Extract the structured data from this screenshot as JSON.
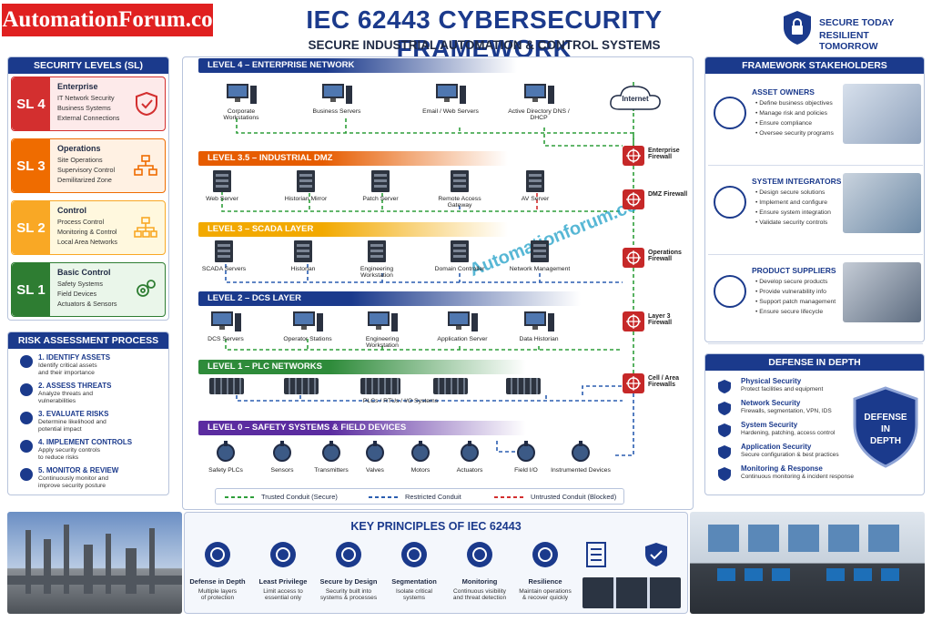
{
  "brand": "AutomationForum.co",
  "title": "IEC 62443 CYBERSECURITY FRAMEWORK",
  "subtitle": "SECURE INDUSTRIAL AUTOMATION & CONTROL SYSTEMS",
  "badge": {
    "line1": "SECURE TODAY",
    "line2": "RESILIENT TOMORROW"
  },
  "security_levels": {
    "heading": "SECURITY LEVELS (SL)",
    "items": [
      {
        "tag": "SL 4",
        "name": "Enterprise",
        "lines": [
          "IT Network Security",
          "Business Systems",
          "External Connections"
        ],
        "color": "#d32f2f",
        "bg": "#fdeaea"
      },
      {
        "tag": "SL 3",
        "name": "Operations",
        "lines": [
          "Site Operations",
          "Supervisory Control",
          "Demilitarized Zone"
        ],
        "color": "#ef6c00",
        "bg": "#fff1e3"
      },
      {
        "tag": "SL 2",
        "name": "Control",
        "lines": [
          "Process Control",
          "Monitoring & Control",
          "Local Area Networks"
        ],
        "color": "#f9a825",
        "bg": "#fff8de"
      },
      {
        "tag": "SL 1",
        "name": "Basic Control",
        "lines": [
          "Safety Systems",
          "Field Devices",
          "Actuators & Sensors"
        ],
        "color": "#2e7d32",
        "bg": "#eaf6ea"
      }
    ]
  },
  "risk": {
    "heading": "RISK ASSESSMENT PROCESS",
    "steps": [
      {
        "title": "1. IDENTIFY ASSETS",
        "desc": [
          "Identify critical assets",
          "and their importance"
        ]
      },
      {
        "title": "2. ASSESS THREATS",
        "desc": [
          "Analyze threats and",
          "vulnerabilities"
        ]
      },
      {
        "title": "3. EVALUATE RISKS",
        "desc": [
          "Determine likelihood and",
          "potential impact"
        ]
      },
      {
        "title": "4. IMPLEMENT CONTROLS",
        "desc": [
          "Apply security controls",
          "to reduce risks"
        ]
      },
      {
        "title": "5. MONITOR & REVIEW",
        "desc": [
          "Continuously monitor and",
          "improve security posture"
        ]
      }
    ]
  },
  "levels": [
    {
      "label": "LEVEL 4 – ENTERPRISE NETWORK",
      "devices": [
        "Corporate Workstations",
        "Business Servers",
        "Email / Web Servers",
        "Active Directory DNS / DHCP"
      ]
    },
    {
      "label": "LEVEL 3.5 – INDUSTRIAL DMZ",
      "devices": [
        "Web Server",
        "Historian Mirror",
        "Patch Server",
        "Remote Access Gateway",
        "AV Server"
      ]
    },
    {
      "label": "LEVEL 3 – SCADA LAYER",
      "devices": [
        "SCADA Servers",
        "Historian",
        "Engineering Workstation",
        "Domain Controller",
        "Network Management"
      ]
    },
    {
      "label": "LEVEL 2 – DCS LAYER",
      "devices": [
        "DCS Servers",
        "Operator Stations",
        "Engineering Workstation",
        "Application Server",
        "Data Historian"
      ]
    },
    {
      "label": "LEVEL 1 – PLC NETWORKS",
      "devices": [
        "PLCs / RTUs / I/O Systems"
      ]
    },
    {
      "label": "LEVEL 0 – SAFETY SYSTEMS & FIELD DEVICES",
      "devices": [
        "Safety PLCs",
        "Sensors",
        "Transmitters",
        "Valves",
        "Motors",
        "Actuators",
        "Field I/O",
        "Instrumented Devices"
      ]
    }
  ],
  "internet": "Internet",
  "firewalls": [
    "Enterprise Firewall",
    "DMZ Firewall",
    "Operations Firewall",
    "Layer 3 Firewall",
    "Cell / Area Firewalls"
  ],
  "legend": {
    "trusted": "Trusted Conduit (Secure)",
    "restricted": "Restricted Conduit",
    "untrusted": "Untrusted Conduit (Blocked)"
  },
  "watermark": "Automationforum.co",
  "stakeholders": {
    "heading": "FRAMEWORK STAKEHOLDERS",
    "items": [
      {
        "title": "ASSET OWNERS",
        "bullets": [
          "• Define business objectives",
          "• Manage risk and policies",
          "• Ensure compliance",
          "• Oversee security programs"
        ]
      },
      {
        "title": "SYSTEM INTEGRATORS",
        "bullets": [
          "• Design secure solutions",
          "• Implement and configure",
          "• Ensure system integration",
          "• Validate security controls"
        ]
      },
      {
        "title": "PRODUCT SUPPLIERS",
        "bullets": [
          "• Develop secure products",
          "• Provide vulnerability info",
          "• Support patch management",
          "• Ensure secure lifecycle"
        ]
      }
    ]
  },
  "defense": {
    "heading": "DEFENSE IN DEPTH",
    "shield": [
      "DEFENSE",
      "IN",
      "DEPTH"
    ],
    "items": [
      {
        "title": "Physical Security",
        "desc": "Protect facilities and equipment"
      },
      {
        "title": "Network Security",
        "desc": "Firewalls, segmentation, VPN, IDS"
      },
      {
        "title": "System Security",
        "desc": "Hardening, patching, access control"
      },
      {
        "title": "Application Security",
        "desc": "Secure configuration & best practices"
      },
      {
        "title": "Monitoring & Response",
        "desc": "Continuous monitoring & incident response"
      }
    ]
  },
  "principles": {
    "heading": "KEY PRINCIPLES OF IEC 62443",
    "items": [
      {
        "title": "Defense in Depth",
        "desc": [
          "Multiple layers",
          "of protection"
        ]
      },
      {
        "title": "Least Privilege",
        "desc": [
          "Limit access to",
          "essential only"
        ]
      },
      {
        "title": "Secure by Design",
        "desc": [
          "Security built into",
          "systems & processes"
        ]
      },
      {
        "title": "Segmentation",
        "desc": [
          "Isolate critical",
          "systems"
        ]
      },
      {
        "title": "Monitoring",
        "desc": [
          "Continuous visibility",
          "and threat detection"
        ]
      },
      {
        "title": "Resilience",
        "desc": [
          "Maintain operations",
          "& recover quickly"
        ]
      }
    ]
  },
  "colors": {
    "navy": "#1b3a8c",
    "trusted": "#2e9e3a",
    "restricted": "#2a5db0",
    "untrusted": "#d32f2f",
    "firewall": "#c62828"
  }
}
